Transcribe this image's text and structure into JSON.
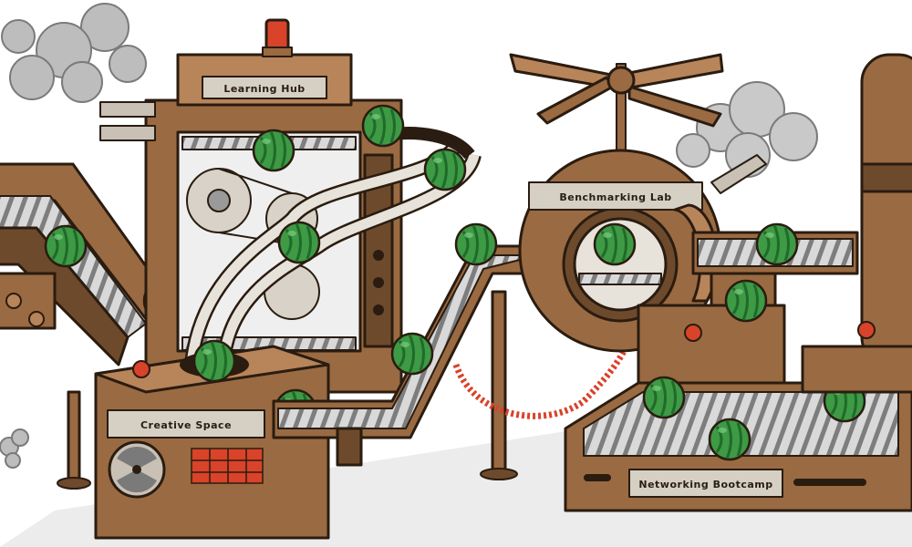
{
  "labels": {
    "learning_hub": "Learning Hub",
    "creative_space": "Creative Space",
    "benchmarking_lab": "Benchmarking Lab",
    "networking_bootcamp": "Networking Bootcamp"
  },
  "colors": {
    "wood": "#9a6a42",
    "wood_dark": "#6e4a2c",
    "wood_light": "#b8845a",
    "ink": "#2a1c10",
    "metal": "#c9c1b5",
    "belt": "#8f8f8f",
    "watermelon": "#3e9a45",
    "watermelon_dark": "#1f6b2a",
    "alarm_red": "#d8432a",
    "smoke": "#bdbdbd",
    "shadow": "#e6e6e6"
  },
  "icons": [
    "watermelon-icon",
    "alarm-light-icon",
    "fan-icon",
    "propeller-icon",
    "gear-icon",
    "smoke-cloud-icon"
  ]
}
